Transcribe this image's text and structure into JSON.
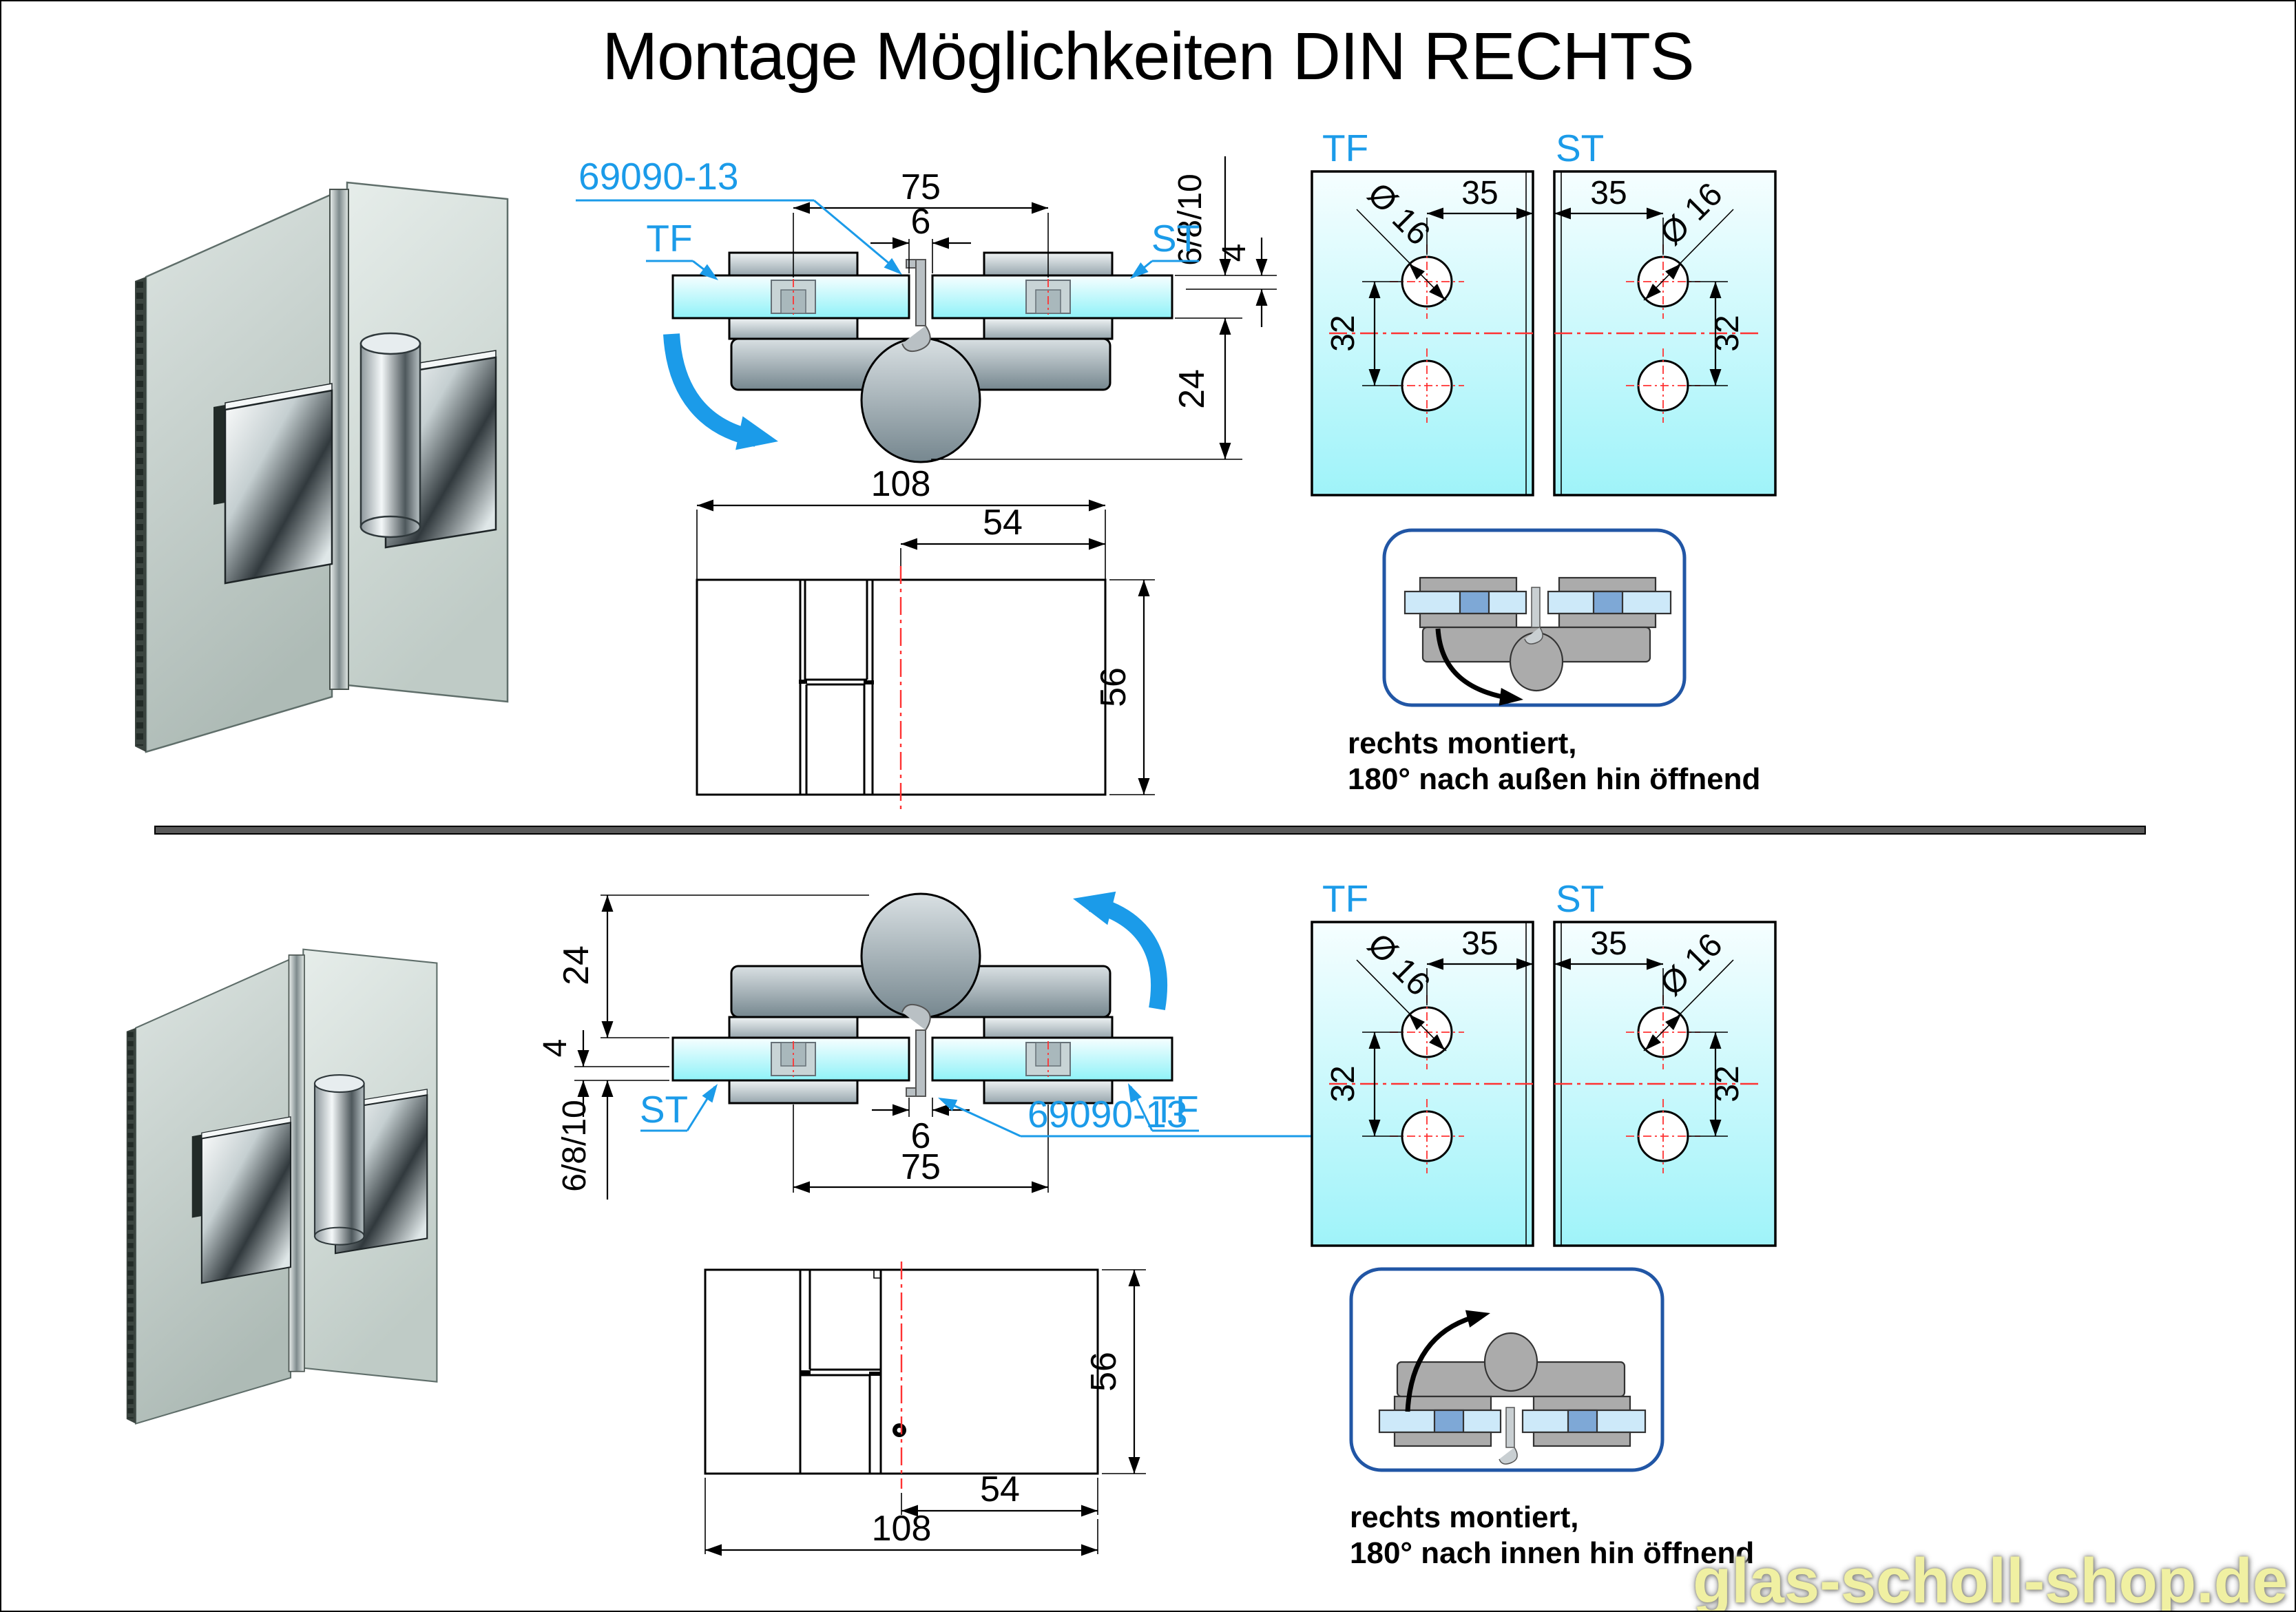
{
  "title": "Montage Möglichkeiten DIN RECHTS",
  "watermark": "glas-scholl-shop.de",
  "labels": {
    "tf": "TF",
    "st": "ST",
    "part_number": "69090-13"
  },
  "dims": {
    "hinge_width": "75",
    "center_gap": "6",
    "glass_thickness": "6/8/10",
    "plate_offset": "4",
    "body_depth": "24",
    "plate_width": "108",
    "plate_half_width": "54",
    "plate_height": "56",
    "hole_edge_distance": "35",
    "hole_diameter": "Ø 16",
    "hole_spacing": "32"
  },
  "sections": {
    "top": {
      "caption_line1": "rechts montiert,",
      "caption_line2": "180° nach außen hin öffnend"
    },
    "bottom": {
      "caption_line1": "rechts montiert,",
      "caption_line2": "180° nach innen hin öffnend"
    }
  },
  "colors": {
    "accent_blue": "#1B9BE9",
    "icon_border_blue": "#2156A5",
    "centerline_red": "#FF3232",
    "glass_gradient_top": "#F7FEFF",
    "glass_gradient_bottom": "#8FF2F8",
    "metal_gray": "#ABABAB",
    "divider_gray": "#595959",
    "watermark_yellow": "#F0F0A2"
  }
}
